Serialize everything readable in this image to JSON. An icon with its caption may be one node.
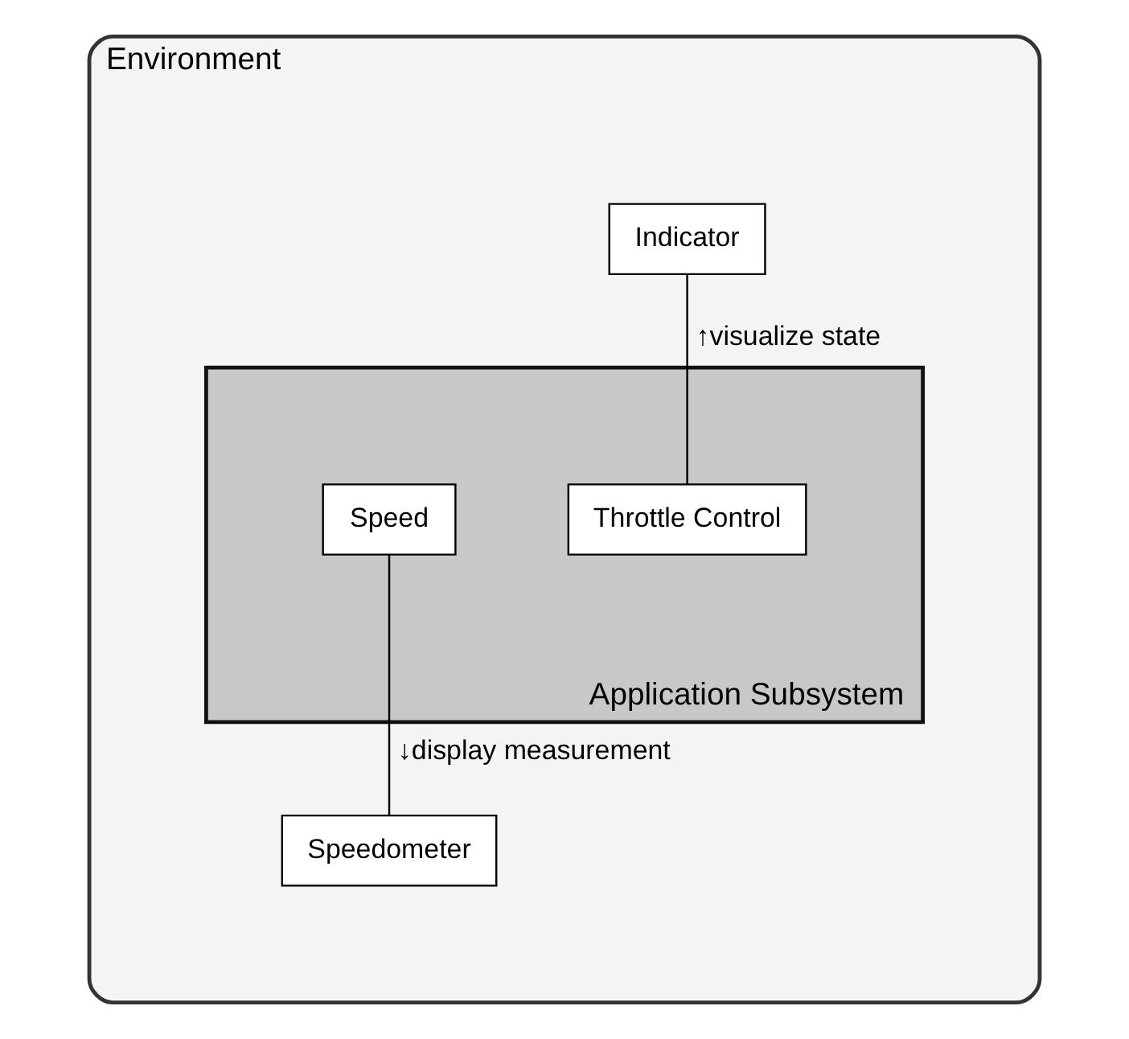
{
  "diagram": {
    "nodes": [
      {
        "text": [
          "Environment"
        ]
      },
      {
        "text": [
          "Indicator"
        ],
        "in": 0
      },
      {
        "text": [
          "Application Subsystem"
        ],
        "in": 0
      },
      {
        "text": [
          "Throttle Control"
        ],
        "in": 2
      },
      {
        "text": [
          "Speed"
        ],
        "in": 2
      },
      {
        "text": [
          "Speedometer"
        ],
        "in": 0
      }
    ],
    "edges": [
      {
        "from": 1,
        "to": 3,
        "arrow": "none",
        "label": "↑visualize state"
      },
      {
        "from": 4,
        "to": 5,
        "arrow": "none",
        "label": "↓display measurement"
      }
    ]
  }
}
